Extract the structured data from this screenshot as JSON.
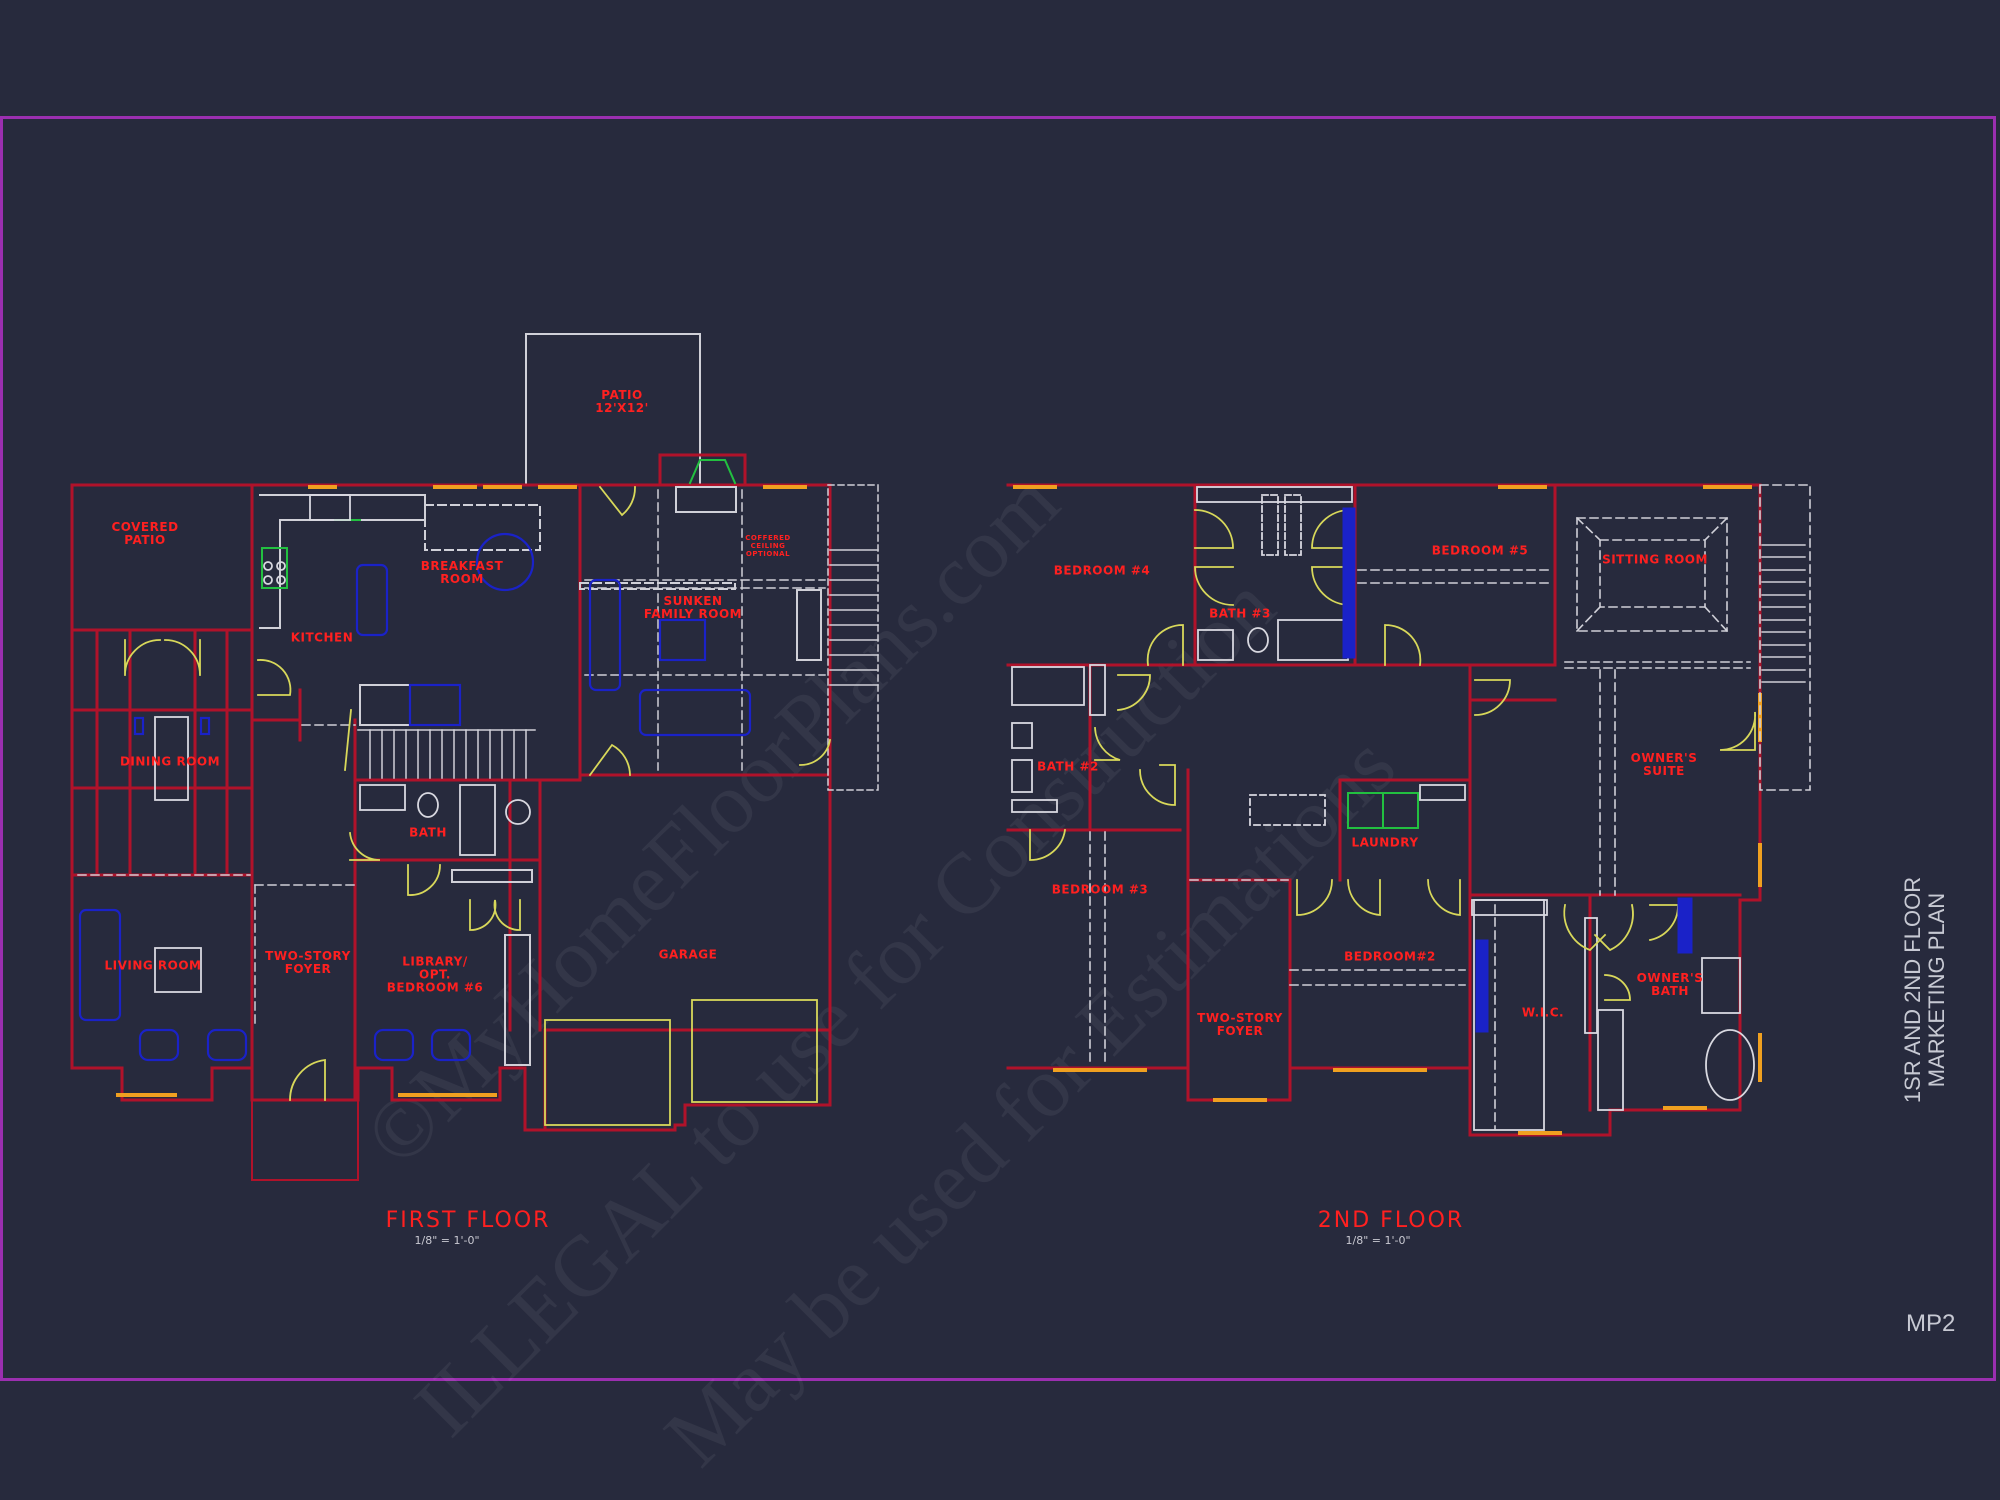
{
  "sheet": {
    "side_title": "1SR AND 2ND FLOOR\nMARKETING PLAN",
    "sheet_number": "MP2",
    "frame_color": "#9b2fb0",
    "background_color": "#272a3d"
  },
  "watermark": {
    "lines": [
      "©MyHomeFloorPlans.com",
      "ILLEGAL to use for Construction",
      "May be used for Estimations"
    ]
  },
  "first_floor": {
    "title": "FIRST FLOOR",
    "scale": "1/8\" = 1'-0\"",
    "rooms": [
      {
        "label": "COVERED\nPATIO"
      },
      {
        "label": "KITCHEN"
      },
      {
        "label": "BREAKFAST\nROOM"
      },
      {
        "label": "PATIO\n12'X12'"
      },
      {
        "label": "SUNKEN\nFAMILY ROOM"
      },
      {
        "label": "COFFERED\nCEILING\nOPTIONAL"
      },
      {
        "label": "DINING ROOM"
      },
      {
        "label": "BATH"
      },
      {
        "label": "LIVING ROOM"
      },
      {
        "label": "TWO-STORY\nFOYER"
      },
      {
        "label": "LIBRARY/\nOPT.\nBEDROOM #6"
      },
      {
        "label": "GARAGE"
      }
    ]
  },
  "second_floor": {
    "title": "2ND FLOOR",
    "scale": "1/8\" = 1'-0\"",
    "rooms": [
      {
        "label": "BEDROOM #4"
      },
      {
        "label": "BEDROOM #5"
      },
      {
        "label": "SITTING ROOM"
      },
      {
        "label": "BATH #3"
      },
      {
        "label": "BATH #2"
      },
      {
        "label": "OWNER'S\nSUITE"
      },
      {
        "label": "LAUNDRY"
      },
      {
        "label": "BEDROOM #3"
      },
      {
        "label": "BEDROOM#2"
      },
      {
        "label": "TWO-STORY\nFOYER"
      },
      {
        "label": "W.I.C."
      },
      {
        "label": "OWNER'S\nBATH"
      }
    ]
  },
  "colors": {
    "wall": "#b0122a",
    "window": "#f0a020",
    "door": "#d8d85a",
    "furniture": "#1a22c8",
    "fixture": "#d8d8e0",
    "appliance": "#22c040",
    "label": "#ff2020"
  }
}
